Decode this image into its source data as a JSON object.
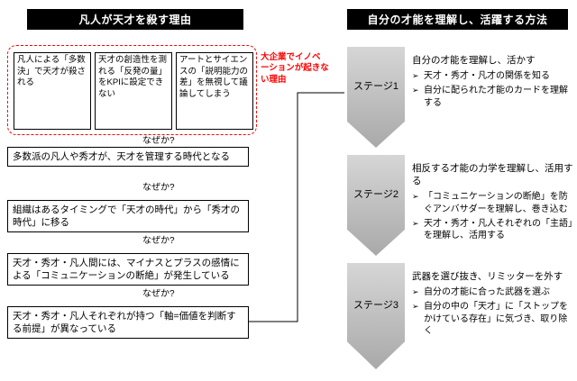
{
  "left_panel": {
    "header": "凡人が天才を殺す理由",
    "cause_boxes": [
      "凡人による「多数決」で天才が殺される",
      "天才の創造性を測れる「反発の量」をKPIに設定できない",
      "アートとサイエンスの「説明能力の差」を無視して議論してしまう"
    ],
    "annotation": "大企業でイノベーションが起きない理由",
    "why_label": "なぜか?",
    "flow_boxes": [
      "多数派の凡人や秀才が、天才を管理する時代となる",
      "組織はあるタイミングで「天才の時代」から「秀才の時代」に移る",
      "天才・秀才・凡人間には、マイナスとプラスの感情による「コミュニケーションの断絶」が発生している",
      "天才・秀才・凡人それぞれが持つ「軸=価値を判断する前提」が異なっている"
    ]
  },
  "right_panel": {
    "header": "自分の才能を理解し、活躍する方法",
    "stages": [
      {
        "label": "ステージ1",
        "title": "自分の才能を理解し、活かす",
        "bullets": [
          "天才・秀才・凡才の関係を知る",
          "自分に配られた才能のカードを理解する"
        ]
      },
      {
        "label": "ステージ2",
        "title": "相反する才能の力学を理解し、活用する",
        "bullets": [
          "「コミュニケーションの断絶」を防ぐアンバサダーを理解し、巻き込む",
          "天才・秀才・凡人それぞれの「主語」を理解し、活用する"
        ]
      },
      {
        "label": "ステージ3",
        "title": "武器を選び抜き、リミッターを外す",
        "bullets": [
          "自分の才能に合った武器を選ぶ",
          "自分の中の「天才」に「ストップをかけている存在」に気づき、取り除く"
        ]
      }
    ]
  },
  "icons": {
    "bullet_marker": "➢"
  },
  "colors": {
    "header_bg": "#000000",
    "header_text": "#ffffff",
    "box_border": "#000000",
    "dashed_border": "#ff0000",
    "annotation_text": "#ff0000",
    "stage_fill": "#bfbfbf",
    "connector": "#000000"
  }
}
